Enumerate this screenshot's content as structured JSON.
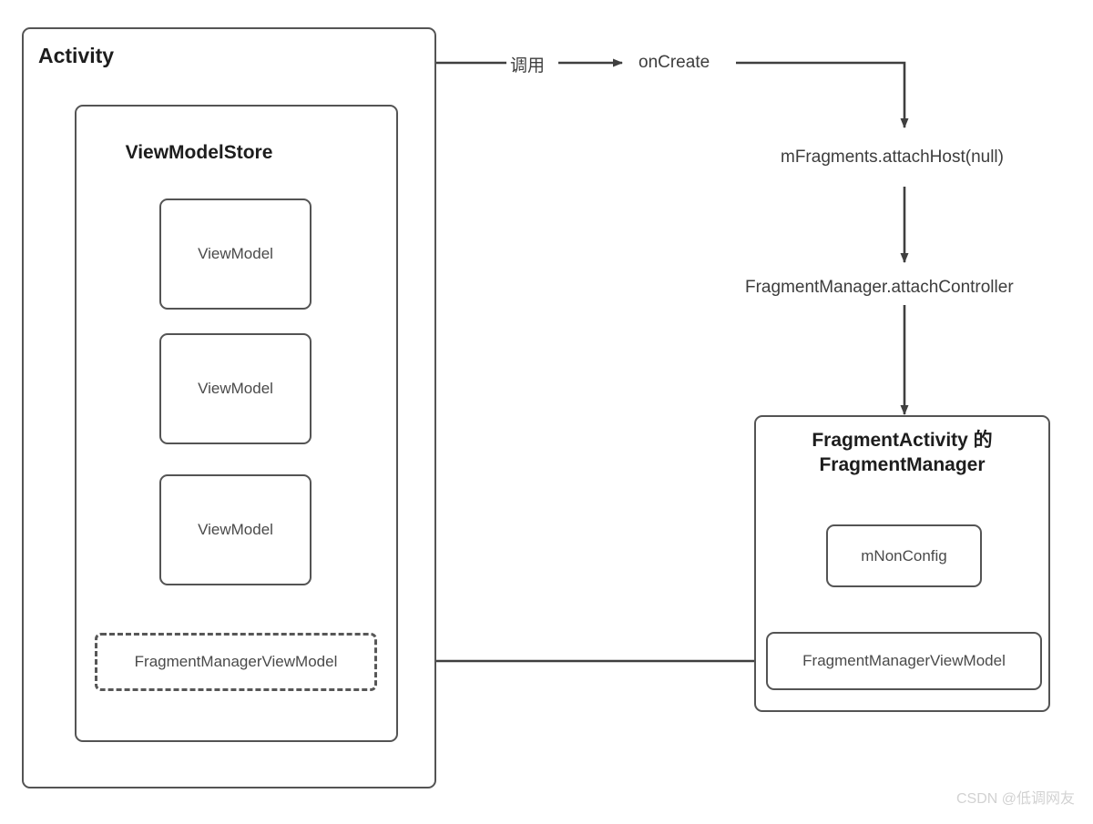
{
  "diagram": {
    "title": "Activity / FragmentManagerViewModel flow",
    "colors": {
      "stroke": "#545454",
      "text": "#4a4a4a",
      "title_text": "#1d1d1d",
      "background": "#ffffff",
      "watermark": "#d2d2d2"
    },
    "activity": {
      "label": "Activity",
      "view_model_store": {
        "label": "ViewModelStore",
        "view_models": [
          {
            "label": "ViewModel"
          },
          {
            "label": "ViewModel"
          },
          {
            "label": "ViewModel"
          }
        ],
        "fragment_manager_view_model": {
          "label": "FragmentManagerViewModel",
          "style": "dashed"
        }
      }
    },
    "flow": {
      "call_edge_label": "调用",
      "steps": [
        {
          "label": "onCreate"
        },
        {
          "label": "mFragments.attachHost(null)"
        },
        {
          "label": "FragmentManager.attachController"
        }
      ]
    },
    "fragment_activity": {
      "label": "FragmentActivity\n的\nFragmentManager",
      "line1": "FragmentActivity",
      "line2": "的",
      "line3": "FragmentManager",
      "m_non_config": {
        "label": "mNonConfig"
      },
      "fragment_manager_view_model": {
        "label": "FragmentManagerViewModel"
      }
    },
    "watermark": "CSDN @低调网友"
  }
}
